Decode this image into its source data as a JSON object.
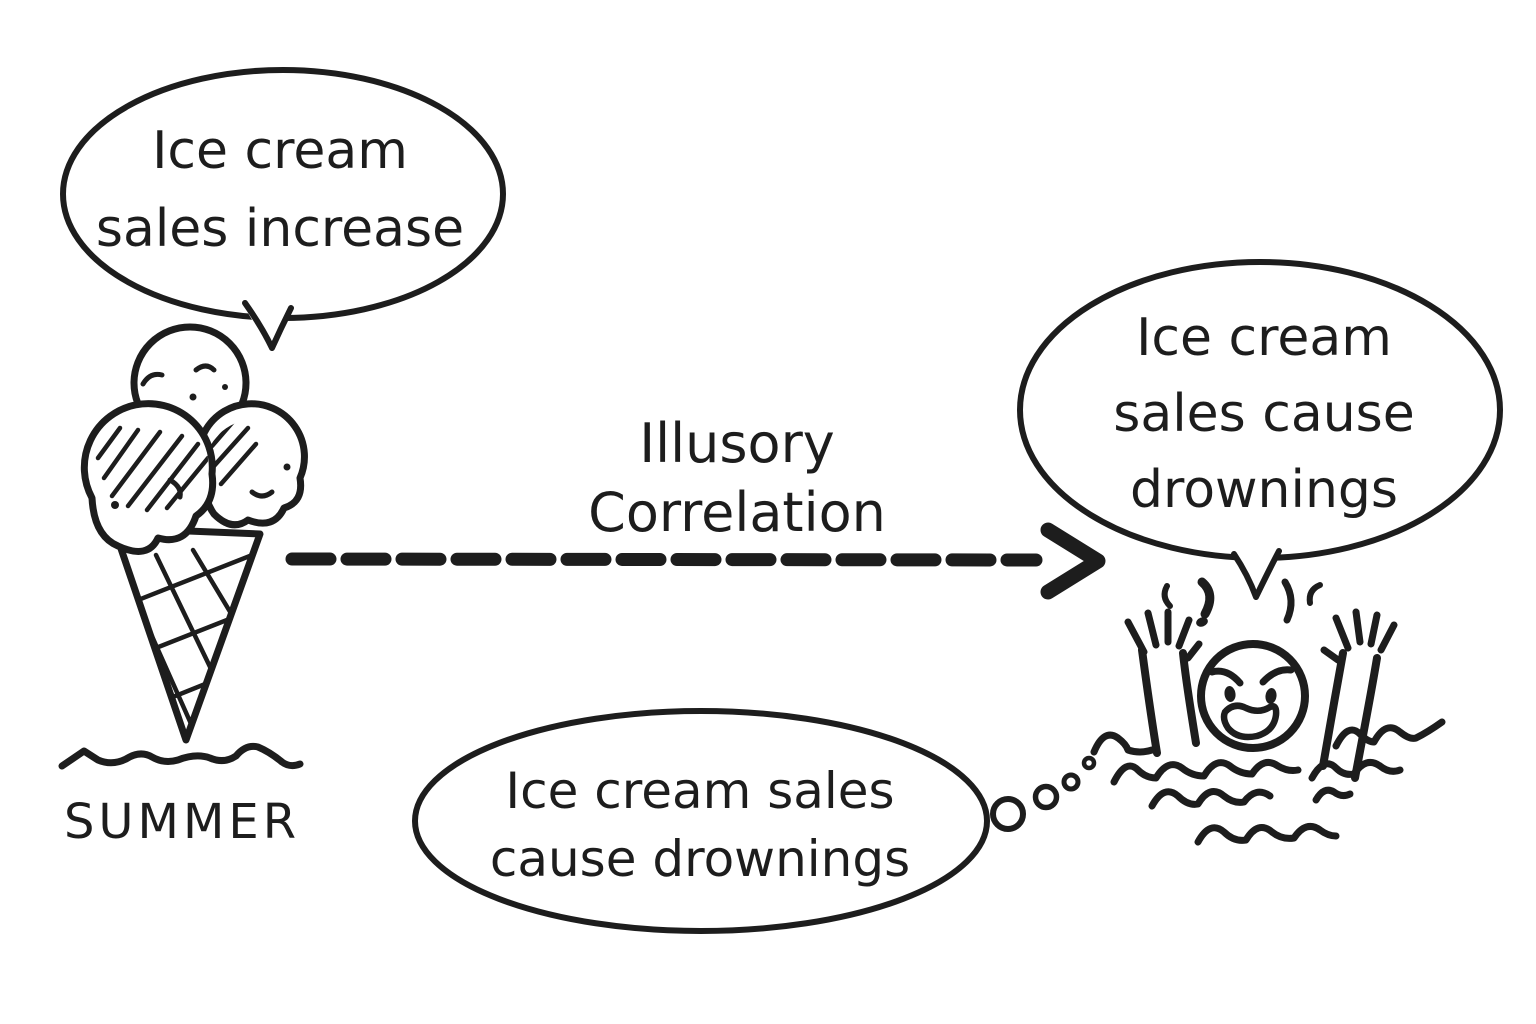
{
  "diagram": {
    "subject": "illusory-correlation-cartoon",
    "background_color": "#ffffff",
    "ink_color": "#1d1d1d"
  },
  "left_speech_bubble": {
    "line1": "Ice cream",
    "line2": "sales increase"
  },
  "season_label": "SUMMER",
  "relation_label": {
    "line1": "Illusory",
    "line2": "Correlation"
  },
  "right_speech_bubble": {
    "line1": "Ice cream",
    "line2": "sales cause",
    "line3": "drownings"
  },
  "thought_bubble": {
    "line1": "Ice cream sales",
    "line2": "cause drownings"
  },
  "illustrations": {
    "ice_cream_icon": "ice-cream-cone-three-scoops",
    "water_line_icon": "wavy-water-line",
    "arrow_icon": "dashed-arrow-right",
    "drowning_person_icon": "drowning-person-waving-arms",
    "thought_trail_icon": "thought-bubble-trail-circles"
  }
}
